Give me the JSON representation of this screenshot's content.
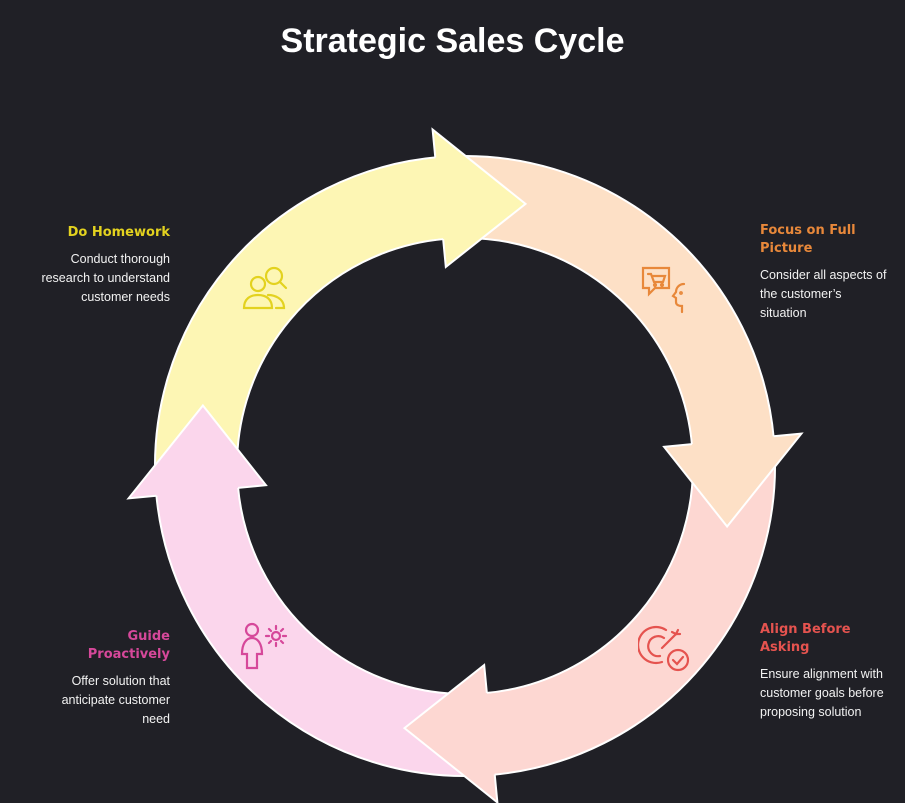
{
  "title": "Strategic Sales Cycle",
  "steps": [
    {
      "title": "Do Homework",
      "text": "Conduct thorough research to understand customer needs",
      "color": "#e3d21f",
      "fill": "#fdf6b4",
      "icon": "user-research-icon"
    },
    {
      "title": "Focus on Full Picture",
      "text": "Consider all aspects of the customer’s situation",
      "color": "#e8883a",
      "fill": "#fde0c6",
      "icon": "shopping-conversation-icon"
    },
    {
      "title": "Align Before Asking",
      "text": "Ensure alignment with customer goals before proposing solution",
      "color": "#e5534f",
      "fill": "#fdd7d2",
      "icon": "target-check-icon"
    },
    {
      "title": "Guide Proactively",
      "text": "Offer solution that anticipate customer need",
      "color": "#d6489a",
      "fill": "#fbd6ec",
      "icon": "person-gear-icon"
    }
  ]
}
